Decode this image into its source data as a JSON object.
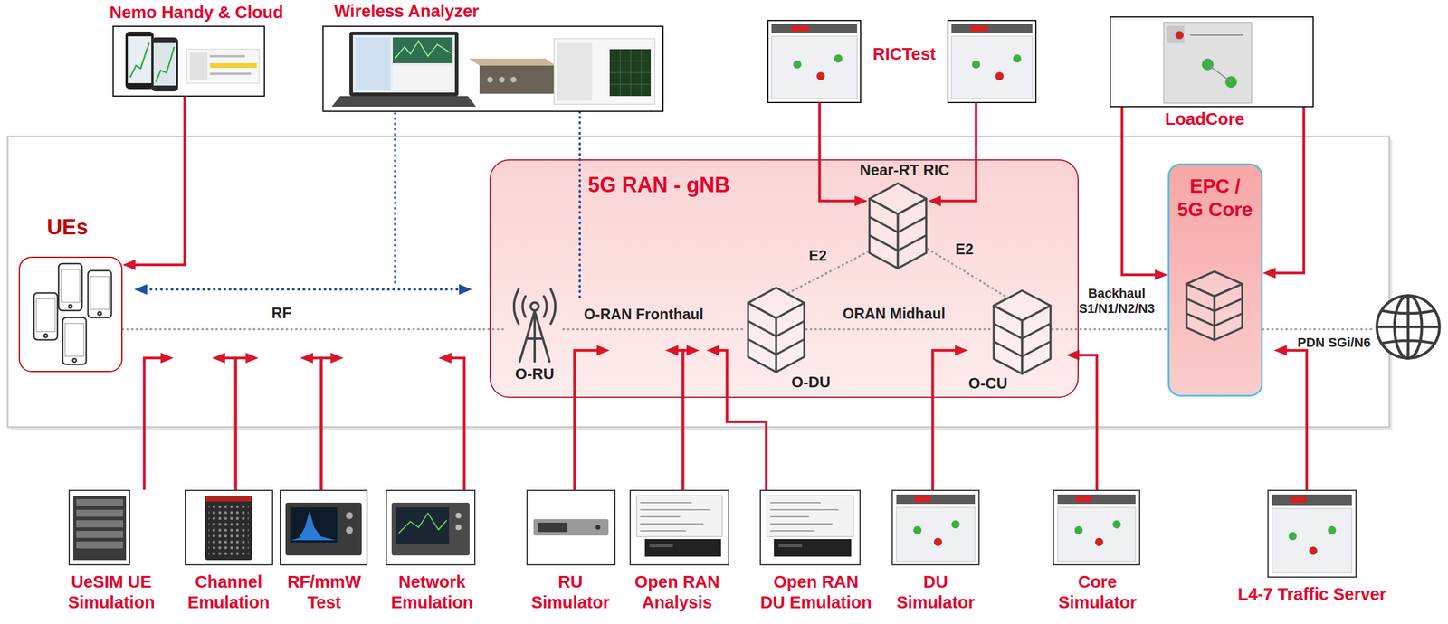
{
  "diagram": {
    "nodes": [
      {
        "text": [
          "Nemo Handy & Cloud"
        ]
      },
      {
        "text": [
          "Wireless Analyzer"
        ]
      },
      {
        "text": [
          "RICTest"
        ]
      },
      {
        "text": [
          "LoadCore"
        ]
      },
      {
        "text": [
          "UEs"
        ]
      },
      {
        "text": [
          "5G RAN - gNB"
        ]
      },
      {
        "text": [
          "Near-RT RIC"
        ],
        "in": 5
      },
      {
        "text": [
          "O-RU"
        ],
        "in": 5
      },
      {
        "text": [
          "O-DU"
        ],
        "in": 5
      },
      {
        "text": [
          "O-CU"
        ],
        "in": 5
      },
      {
        "text": [
          "EPC / 5G Core"
        ]
      },
      {
        "text": [
          "PDN SGi/N6"
        ]
      },
      {
        "text": [
          "UeSIM UE Simulation"
        ]
      },
      {
        "text": [
          "Channel Emulation"
        ]
      },
      {
        "text": [
          "RF/mmW Test"
        ]
      },
      {
        "text": [
          "Network Emulation"
        ]
      },
      {
        "text": [
          "RU Simulator"
        ]
      },
      {
        "text": [
          "Open RAN Analysis"
        ]
      },
      {
        "text": [
          "Open RAN DU Emulation"
        ]
      },
      {
        "text": [
          "DU Simulator"
        ]
      },
      {
        "text": [
          "Core Simulator"
        ]
      },
      {
        "text": [
          "L4-7 Traffic Server"
        ]
      }
    ],
    "edges": [
      {
        "from": 0,
        "to": 4,
        "arrow": "to"
      },
      {
        "from": 4,
        "to": 7,
        "arrow": "both"
      },
      {
        "from": 1,
        "to": 5,
        "arrow": "none"
      },
      {
        "from": 2,
        "to": 6,
        "arrow": "to"
      },
      {
        "from": 2,
        "to": 6,
        "arrow": "to"
      },
      {
        "from": 3,
        "to": 10,
        "arrow": "to"
      },
      {
        "from": 3,
        "to": 10,
        "arrow": "to"
      },
      {
        "from": 8,
        "to": 6,
        "arrow": "none",
        "label": "E2"
      },
      {
        "from": 6,
        "to": 9,
        "arrow": "none",
        "label": "E2"
      },
      {
        "from": 4,
        "to": 7,
        "arrow": "none",
        "label": "RF"
      },
      {
        "from": 7,
        "to": 8,
        "arrow": "none",
        "label": "O-RAN Fronthaul"
      },
      {
        "from": 8,
        "to": 9,
        "arrow": "none",
        "label": "ORAN Midhaul"
      },
      {
        "from": 9,
        "to": 10,
        "arrow": "none",
        "label": "Backhaul S1/N1/N2/N3"
      },
      {
        "from": 10,
        "to": 11,
        "arrow": "none"
      },
      {
        "from": 12,
        "to": 7,
        "arrow": "to"
      },
      {
        "from": 13,
        "to": 4,
        "arrow": "to"
      },
      {
        "from": 13,
        "to": 7,
        "arrow": "to"
      },
      {
        "from": 14,
        "to": 4,
        "arrow": "to"
      },
      {
        "from": 14,
        "to": 7,
        "arrow": "to"
      },
      {
        "from": 15,
        "to": 4,
        "arrow": "to"
      },
      {
        "from": 16,
        "to": 8,
        "arrow": "to"
      },
      {
        "from": 17,
        "to": 7,
        "arrow": "to"
      },
      {
        "from": 17,
        "to": 8,
        "arrow": "to"
      },
      {
        "from": 18,
        "to": 7,
        "arrow": "to"
      },
      {
        "from": 19,
        "to": 9,
        "arrow": "to"
      },
      {
        "from": 20,
        "to": 9,
        "arrow": "to"
      },
      {
        "from": 21,
        "to": 10,
        "arrow": "to"
      }
    ]
  }
}
